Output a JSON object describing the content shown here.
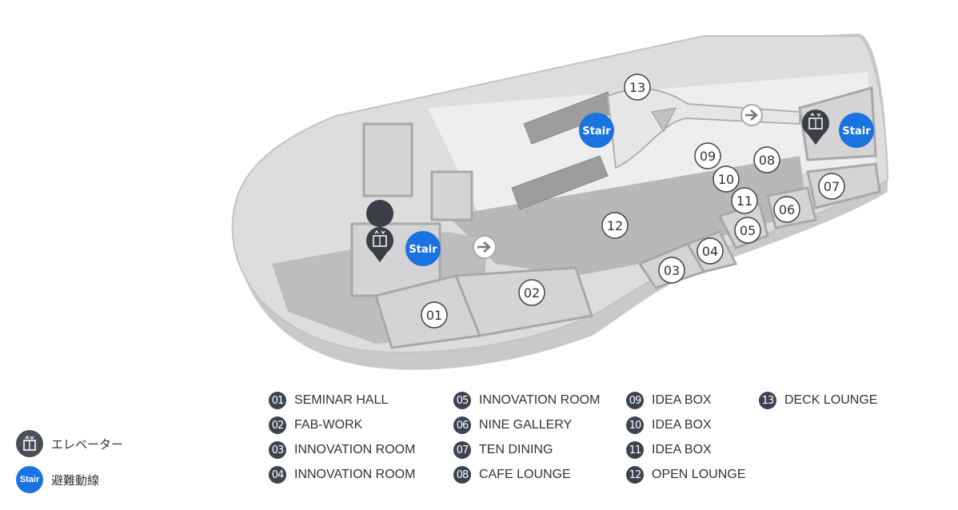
{
  "map": {
    "stair_label": "Stair",
    "markers": [
      {
        "num": "01"
      },
      {
        "num": "02"
      },
      {
        "num": "03"
      },
      {
        "num": "04"
      },
      {
        "num": "05"
      },
      {
        "num": "06"
      },
      {
        "num": "07"
      },
      {
        "num": "08"
      },
      {
        "num": "09"
      },
      {
        "num": "10"
      },
      {
        "num": "11"
      },
      {
        "num": "12"
      },
      {
        "num": "13"
      }
    ]
  },
  "legend": [
    {
      "num": "01",
      "label": "SEMINAR HALL"
    },
    {
      "num": "02",
      "label": "FAB-WORK"
    },
    {
      "num": "03",
      "label": "INNOVATION ROOM"
    },
    {
      "num": "04",
      "label": "INNOVATION ROOM"
    },
    {
      "num": "05",
      "label": "INNOVATION ROOM"
    },
    {
      "num": "06",
      "label": "NINE GALLERY"
    },
    {
      "num": "07",
      "label": "TEN DINING"
    },
    {
      "num": "08",
      "label": "CAFE LOUNGE"
    },
    {
      "num": "09",
      "label": "IDEA BOX"
    },
    {
      "num": "10",
      "label": "IDEA BOX"
    },
    {
      "num": "11",
      "label": "IDEA BOX"
    },
    {
      "num": "12",
      "label": "OPEN LOUNGE"
    },
    {
      "num": "13",
      "label": "DECK LOUNGE"
    }
  ],
  "key": {
    "elevator_label": "エレベーター",
    "stair_icon_text": "Stair",
    "stair_label": "避難動線"
  },
  "colors": {
    "stair_blue": "#1a73e0",
    "elevator_dark": "#3b3e44",
    "legend_dark": "#3b4250"
  }
}
